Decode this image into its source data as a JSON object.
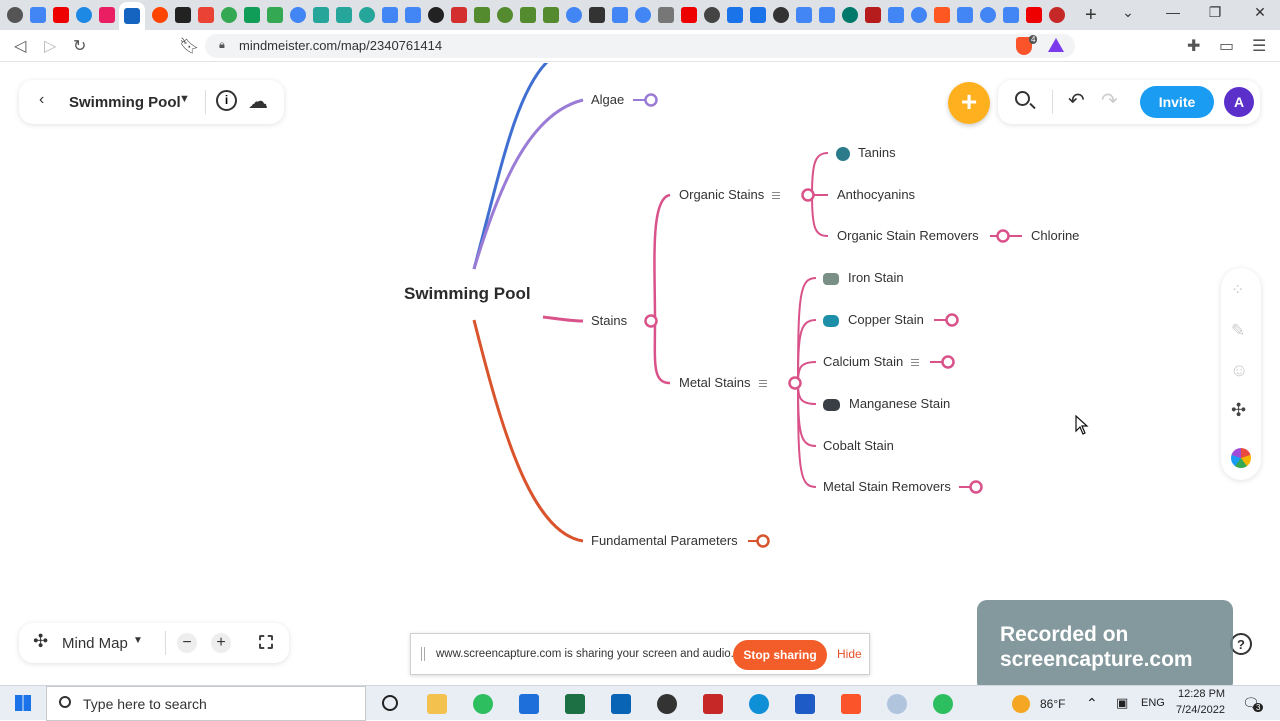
{
  "browser": {
    "url": "mindmeister.com/map/2340761414",
    "new_tab_symbol": "+",
    "extension_badge": "4",
    "favicon_colors": [
      "#555",
      "#4285f4",
      "#e00",
      "#1e88e5",
      "#e91e63",
      "#1565c0",
      "#ff4500",
      "#222",
      "#ea4335",
      "#34a853",
      "#0f9d58",
      "#34a853",
      "#4285f4",
      "#26a69a",
      "#26a69a",
      "#26a69a",
      "#4285f4",
      "#4285f4",
      "#222",
      "#d32f2f",
      "#558b2f",
      "#558b2f",
      "#558b2f",
      "#558b2f",
      "#4285f4",
      "#333",
      "#4285f4",
      "#4285f4",
      "#777",
      "#e00",
      "#444",
      "#1a73e8",
      "#1a73e8",
      "#333",
      "#4285f4",
      "#4285f4",
      "#00796b",
      "#b71c1c",
      "#4285f4",
      "#4285f4",
      "#ff5722",
      "#4285f4",
      "#4285f4",
      "#4285f4",
      "#e00",
      "#c62828"
    ]
  },
  "toolbar": {
    "map_title": "Swimming Pool",
    "invite_label": "Invite",
    "avatar_initial": "A",
    "view_label": "Mind Map"
  },
  "map": {
    "root": "Swimming Pool",
    "nodes": {
      "algae": "Algae",
      "stains": "Stains",
      "organic_stains": "Organic Stains",
      "tanins": "Tanins",
      "anthocyanins": "Anthocyanins",
      "organic_stain_removers": "Organic Stain Removers",
      "chlorine": "Chlorine",
      "metal_stains": "Metal Stains",
      "iron_stain": "Iron Stain",
      "copper_stain": "Copper Stain",
      "calcium_stain": "Calcium Stain",
      "manganese_stain": "Manganese Stain",
      "cobalt_stain": "Cobalt Stain",
      "metal_stain_removers": "Metal Stain Removers",
      "fundamental_parameters": "Fundamental Parameters"
    },
    "colors": {
      "blue_branch": "#3f6fd1",
      "purple_branch": "#9a7bd6",
      "pink_branch": "#d9528a",
      "orange_branch": "#d9542c"
    }
  },
  "share_bar": {
    "message": "www.screencapture.com is sharing your screen and audio.",
    "stop_label": "Stop sharing",
    "hide_label": "Hide"
  },
  "recording_banner": {
    "line1": "Recorded on",
    "line2": "screencapture.com"
  },
  "taskbar": {
    "search_placeholder": "Type here to search",
    "temperature": "86°F",
    "language": "ENG",
    "time": "12:28 PM",
    "date": "7/24/2022",
    "notification_count": "3"
  }
}
